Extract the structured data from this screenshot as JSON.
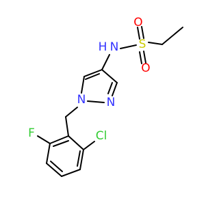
{
  "atoms": {
    "nh_n": {
      "text": "N",
      "color": "#3333ff"
    },
    "nh_h": {
      "text": "H",
      "color": "#3333ff"
    },
    "s": {
      "text": "S",
      "color": "#cccc00"
    },
    "o_top": {
      "text": "O",
      "color": "#ff0000"
    },
    "o_bot": {
      "text": "O",
      "color": "#ff0000"
    },
    "n1": {
      "text": "N",
      "color": "#3333ff"
    },
    "n2": {
      "text": "N",
      "color": "#3333ff"
    },
    "f": {
      "text": "F",
      "color": "#33cc33"
    },
    "cl": {
      "text": "Cl",
      "color": "#33cc33"
    }
  },
  "colors": {
    "bond": "#000000",
    "background": "#ffffff"
  }
}
